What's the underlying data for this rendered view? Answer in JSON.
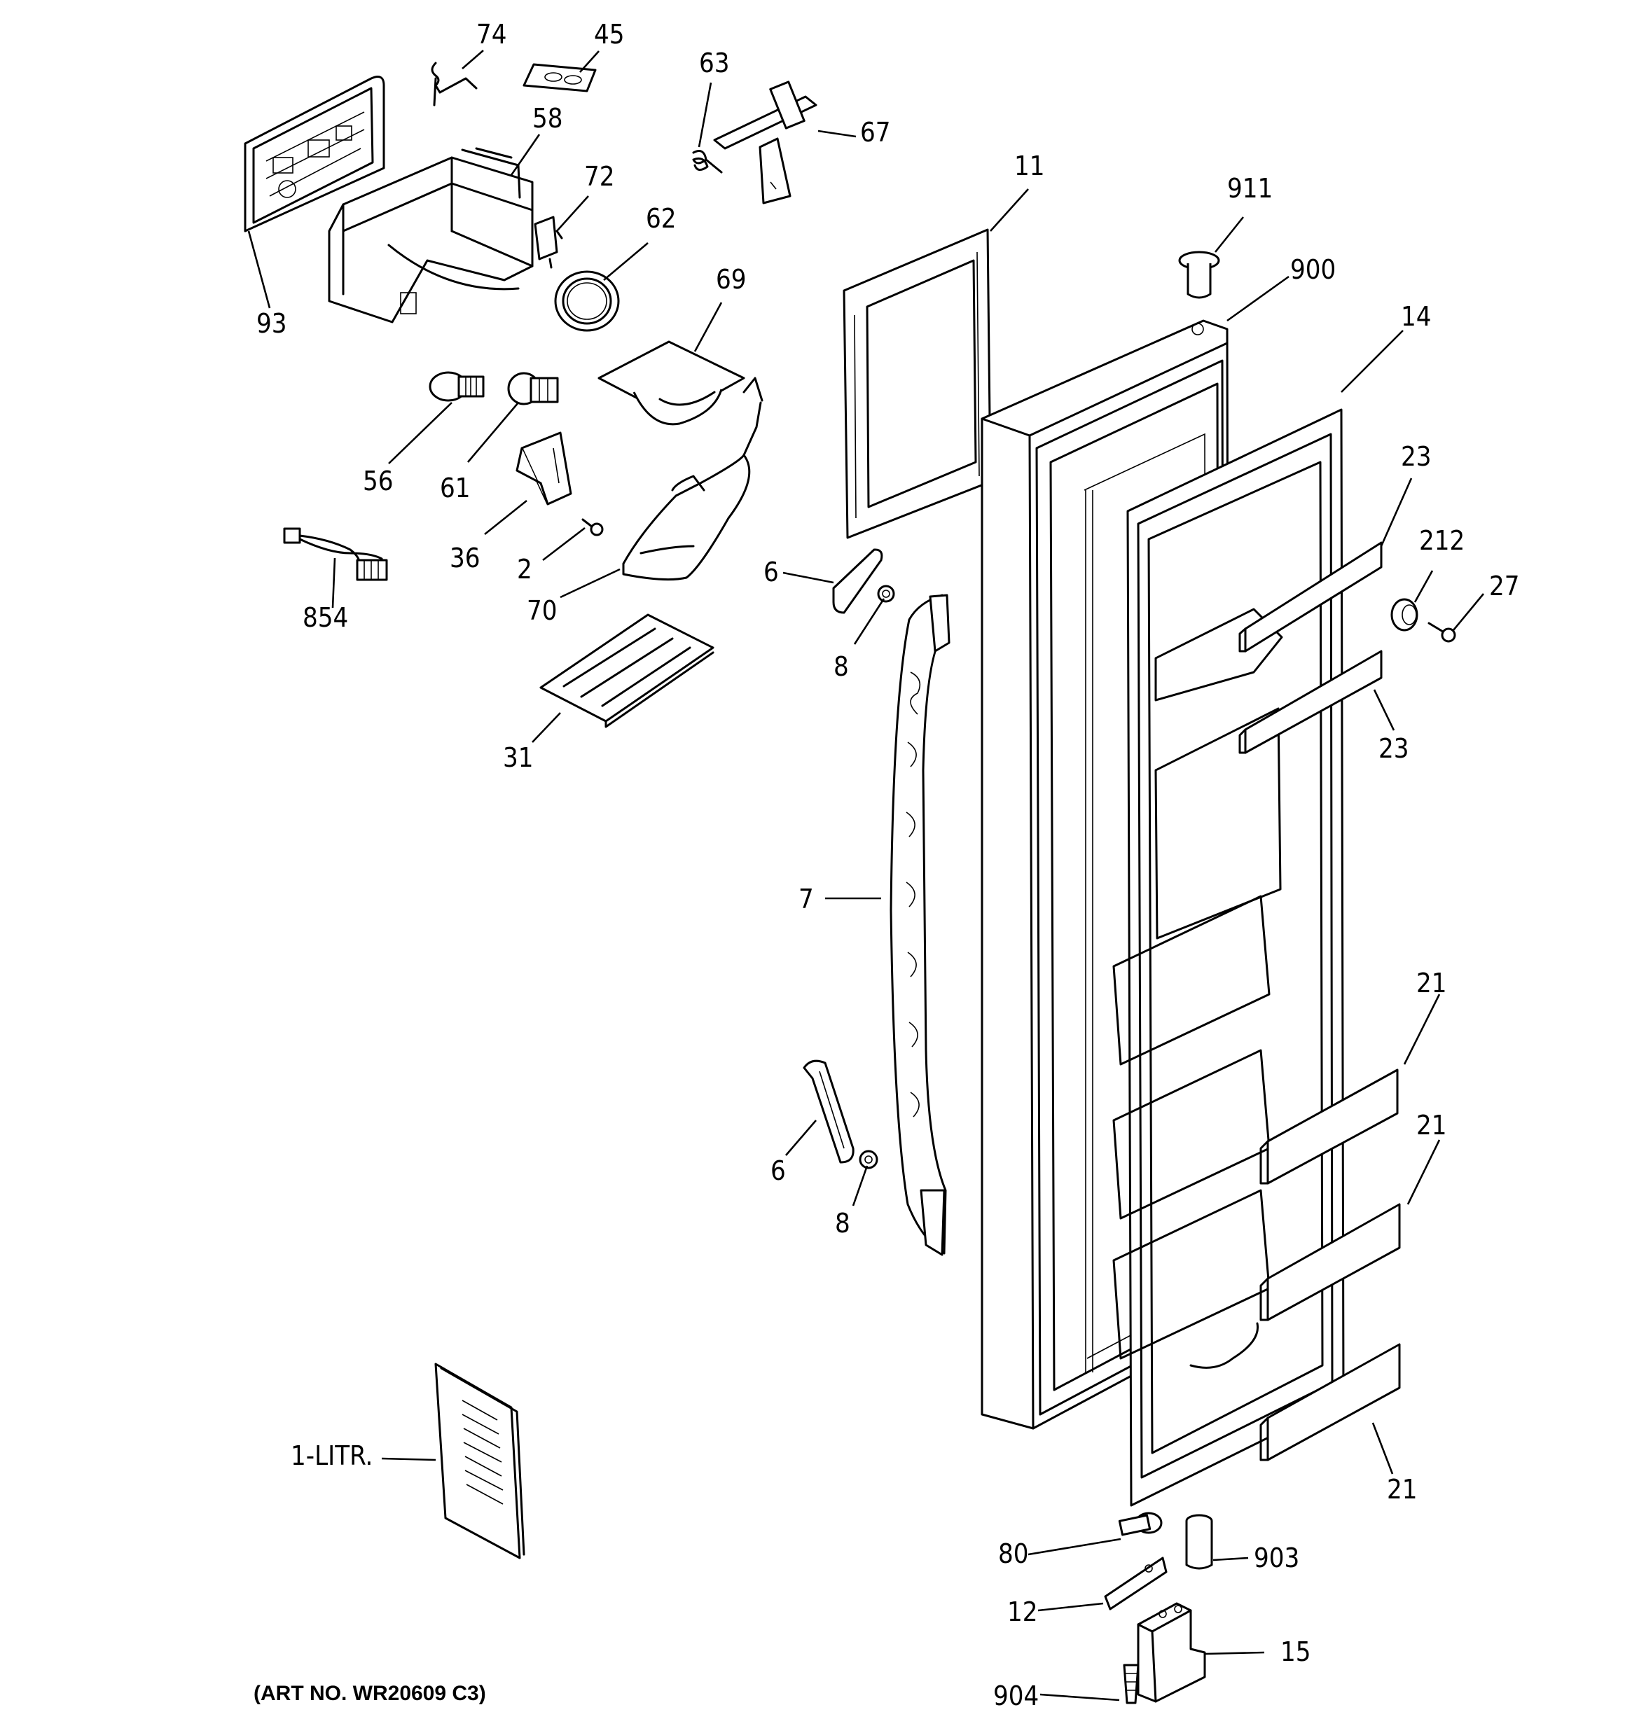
{
  "diagram": {
    "callouts": {
      "c74": "74",
      "c45": "45",
      "c63": "63",
      "c67": "67",
      "c58": "58",
      "c72": "72",
      "c62": "62",
      "c93": "93",
      "c69": "69",
      "c11": "11",
      "c911": "911",
      "c900": "900",
      "c14": "14",
      "c56": "56",
      "c61": "61",
      "c36": "36",
      "c2": "2",
      "c854": "854",
      "c70": "70",
      "c6a": "6",
      "c8a": "8",
      "c23a": "23",
      "c212": "212",
      "c27": "27",
      "c23b": "23",
      "c31": "31",
      "c7": "7",
      "c21a": "21",
      "c21b": "21",
      "c6b": "6",
      "c8b": "8",
      "c21c": "21",
      "c1litr": "1-LITR.",
      "c80": "80",
      "c903": "903",
      "c12": "12",
      "c15": "15",
      "c904": "904"
    },
    "art_number": "(ART NO. WR20609 C3)"
  }
}
